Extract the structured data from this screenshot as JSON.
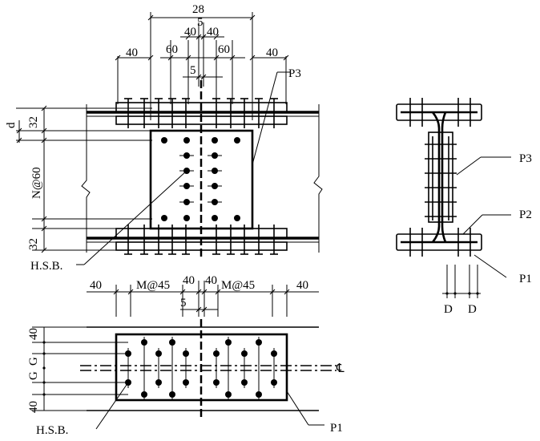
{
  "dimensions": {
    "top_total": "28",
    "top_web_gap": "5",
    "top_left_40": "40",
    "top_center_40_left": "40",
    "top_center_40_right": "40",
    "top_right_40": "40",
    "top_60_left": "60",
    "top_60_right": "60",
    "web_5_top": "5",
    "flange_32_top": "32",
    "d_label": "d",
    "n_at_60": "N@60",
    "flange_32_bottom": "32",
    "bot_left_40": "40",
    "bot_m45_left": "M@45",
    "bot_center_40_left": "40",
    "bot_center_40_right": "40",
    "bot_m45_right": "M@45",
    "bot_right_40": "40",
    "web_5_bottom": "5",
    "plan_40_top": "40",
    "plan_g_top": "G",
    "plan_g_bottom": "G",
    "plan_40_bottom": "40",
    "section_d_left": "D",
    "section_d_right": "D"
  },
  "labels": {
    "p3_elevation": "P3",
    "hsb_elevation": "H.S.B.",
    "p3_section": "P3",
    "p2_section": "P2",
    "p1_section": "P1",
    "centerline": "℄",
    "hsb_plan": "H.S.B.",
    "p1_plan": "P1"
  }
}
